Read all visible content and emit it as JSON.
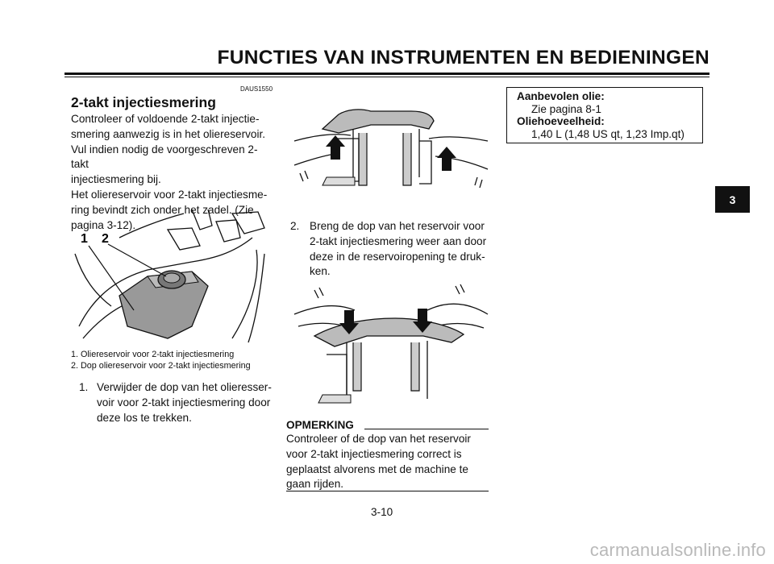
{
  "header": {
    "title": "FUNCTIES VAN INSTRUMENTEN EN BEDIENINGEN"
  },
  "section": {
    "code": "DAUS1550",
    "title": "2-takt injectiesmering",
    "para1": [
      "Controleer of voldoende 2-takt injectie-",
      "smering aanwezig is in het oliereservoir.",
      "Vul indien nodig de voorgeschreven 2-takt",
      "injectiesmering bij."
    ],
    "para2": [
      "Het oliereservoir voor 2-takt injectiesme-",
      "ring bevindt zich onder het zadel. (Zie",
      "pagina 3-12)."
    ]
  },
  "figure1": {
    "label1": "1",
    "label2": "2"
  },
  "captions": [
    "1. Oliereservoir voor 2-takt injectiesmering",
    "2. Dop oliereservoir voor 2-takt injectiesmering"
  ],
  "step1": {
    "num": "1.",
    "lines": [
      "Verwijder de dop van het olieresser-",
      "voir voor 2-takt injectiesmering door",
      "deze los te trekken."
    ]
  },
  "step2": {
    "num": "2.",
    "lines": [
      "Breng de dop van het reservoir voor",
      "2-takt injectiesmering weer aan door",
      "deze in de reservoiropening te druk-",
      "ken."
    ]
  },
  "note": {
    "title": "OPMERKING",
    "lines": [
      "Controleer of de dop van het reservoir",
      "voor 2-takt injectiesmering correct is",
      "geplaatst alvorens met de machine te",
      "gaan rijden."
    ]
  },
  "spec": {
    "label1": "Aanbevolen olie:",
    "value1": "Zie pagina   8-1",
    "label2": "Oliehoeveelheid:",
    "value2": "1,40 L (1,48 US qt, 1,23 Imp.qt)"
  },
  "tab": {
    "label": "3"
  },
  "footer": {
    "page": "3-10",
    "watermark": "carmanualsonline.info"
  }
}
